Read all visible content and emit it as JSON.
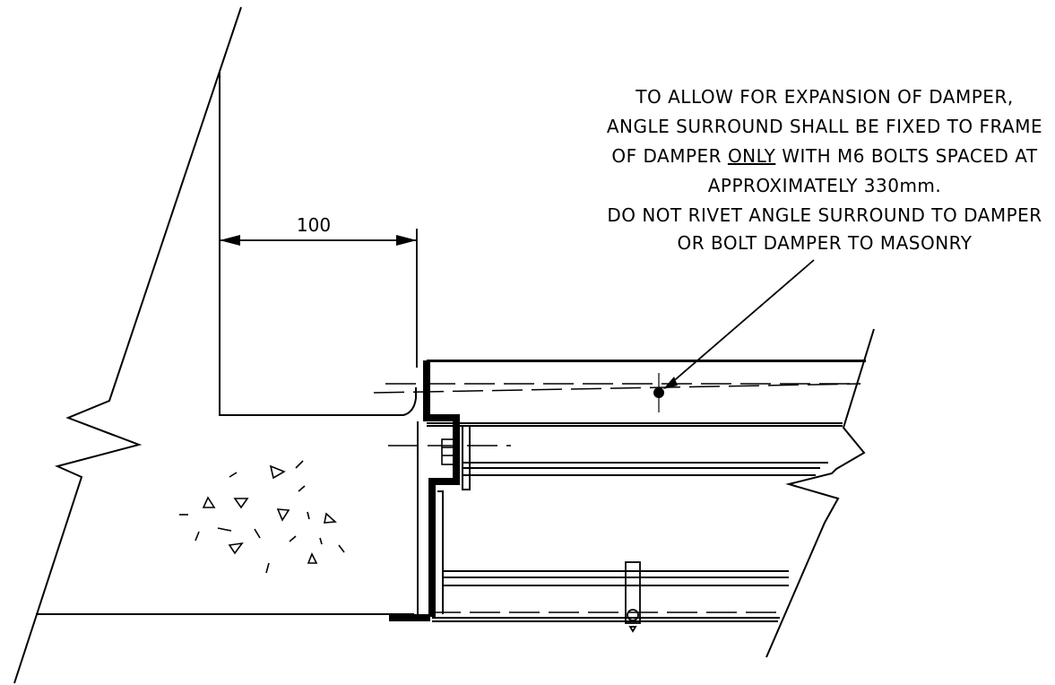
{
  "dimension": {
    "value_label": "100"
  },
  "note": {
    "lines": [
      "TO ALLOW FOR EXPANSION OF DAMPER,",
      "ANGLE SURROUND SHALL BE FIXED TO FRAME",
      "DO NOT RIVET ANGLE SURROUND TO DAMPER",
      "OR BOLT DAMPER TO MASONRY"
    ],
    "line3": {
      "before": "OF DAMPER ",
      "underlined": "ONLY",
      "after": " WITH M6 BOLTS SPACED AT"
    },
    "line4": "APPROXIMATELY 330mm."
  }
}
